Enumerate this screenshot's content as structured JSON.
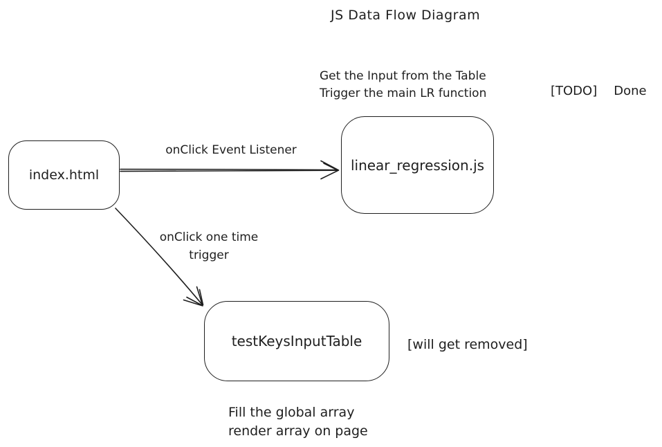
{
  "diagram": {
    "title": "JS Data Flow Diagram",
    "nodes": {
      "index_html": {
        "label": "index.html"
      },
      "linear_regression": {
        "label": "linear_regression.js"
      },
      "test_keys_input_table": {
        "label": "testKeysInputTable"
      }
    },
    "edges": {
      "onclick_event": {
        "label": "onClick Event Listener"
      },
      "onclick_one_time": {
        "label_line1": "onClick one time",
        "label_line2": "trigger"
      }
    },
    "notes": {
      "lr_note_line1": "Get the Input from the Table",
      "lr_note_line2": "Trigger the main LR function",
      "todo_tag": "[TODO]",
      "todo_status": "Done",
      "removed_note": "[will get removed]",
      "fill_note_line1": "Fill the global array",
      "fill_note_line2": "render array on page"
    },
    "colors": {
      "stroke": "#1e1e1e",
      "background": "#ffffff"
    }
  }
}
